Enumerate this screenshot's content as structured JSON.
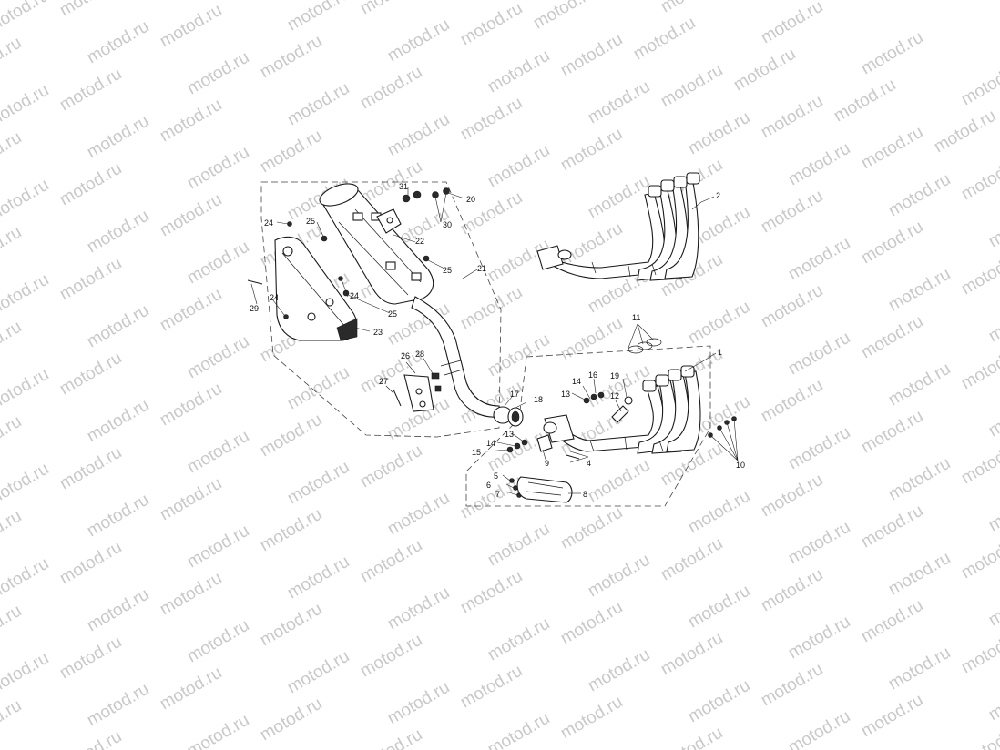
{
  "watermark": {
    "text": "motod.ru"
  },
  "callouts": {
    "c1": "1",
    "c2": "2",
    "c4": "4",
    "c5": "5",
    "c6": "6",
    "c7": "7",
    "c8": "8",
    "c9": "9",
    "c10": "10",
    "c11": "11",
    "c12": "12",
    "c13a": "13",
    "c13b": "13",
    "c14a": "14",
    "c14b": "14",
    "c15": "15",
    "c16": "16",
    "c17": "17",
    "c18": "18",
    "c19": "19",
    "c20": "20",
    "c21": "21",
    "c22": "22",
    "c23": "23",
    "c24a": "24",
    "c24b": "24",
    "c24c": "24",
    "c25a": "25",
    "c25b": "25",
    "c25c": "25",
    "c26": "26",
    "c27": "27",
    "c28": "28",
    "c29": "29",
    "c30": "30",
    "c31": "31"
  }
}
